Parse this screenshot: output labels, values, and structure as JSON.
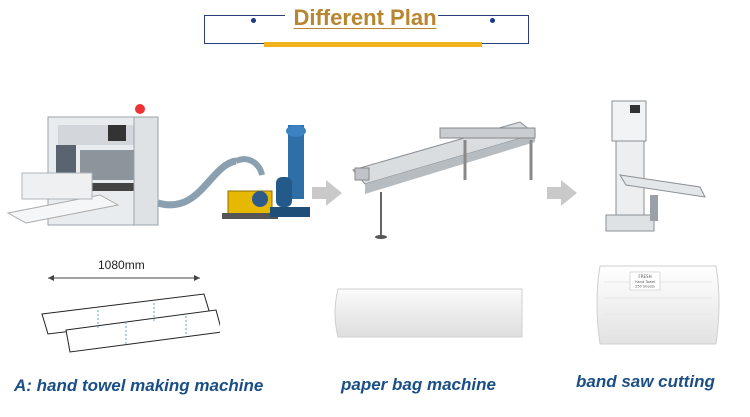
{
  "banner": {
    "title": "Different Plan"
  },
  "dimension": {
    "text": "1080mm"
  },
  "steps": [
    {
      "label": "A:  hand towel making machine"
    },
    {
      "label": "paper bag machine"
    },
    {
      "label": "band saw cutting"
    }
  ],
  "product_label": {
    "line1": "FRESH",
    "line2": "Hand Towel",
    "line3": "250 Sheets"
  },
  "colors": {
    "title": "#b8862e",
    "title_bar": "#f2b21b",
    "label": "#1a4f86",
    "frame": "#2a3f7a",
    "arrow": "#c9c9c9"
  }
}
